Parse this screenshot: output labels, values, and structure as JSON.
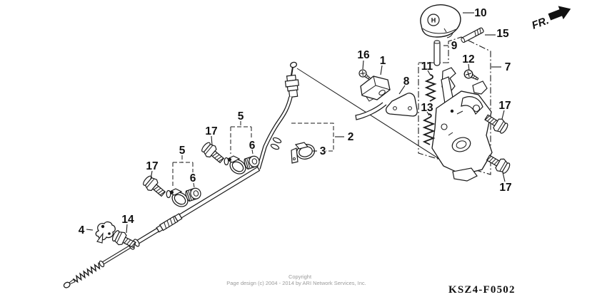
{
  "header": {
    "direction_indicator": "FR."
  },
  "footer": {
    "copyright_line1": "Copyright",
    "copyright_line2": "Page design (c) 2004 - 2014 by ARI Network Services, Inc.",
    "diagram_code": "KSZ4-F0502"
  },
  "parts": {
    "knob_logo": "H"
  },
  "callouts": [
    {
      "text": "10"
    },
    {
      "text": "15"
    },
    {
      "text": "9"
    },
    {
      "text": "7"
    },
    {
      "text": "12"
    },
    {
      "text": "11"
    },
    {
      "text": "13"
    },
    {
      "text": "8"
    },
    {
      "text": "1"
    },
    {
      "text": "16"
    },
    {
      "text": "2"
    },
    {
      "text": "3"
    },
    {
      "text": "5"
    },
    {
      "text": "6"
    },
    {
      "text": "17"
    },
    {
      "text": "5"
    },
    {
      "text": "6"
    },
    {
      "text": "17"
    },
    {
      "text": "4"
    },
    {
      "text": "14"
    },
    {
      "text": "17"
    },
    {
      "text": "17"
    }
  ]
}
